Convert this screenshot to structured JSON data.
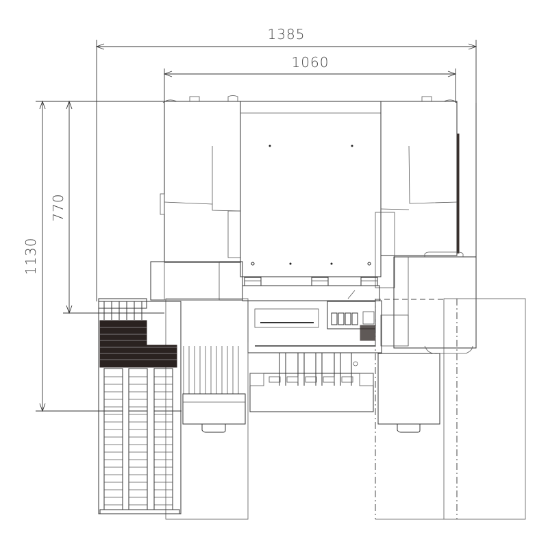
{
  "drawing": {
    "view": "top view",
    "colors": {
      "line": "#333333",
      "background": "#ffffff",
      "fill_dark": "#2a2220"
    }
  },
  "dimensions": {
    "overall_width": {
      "value": "1385",
      "orientation": "horizontal"
    },
    "body_width": {
      "value": "1060",
      "orientation": "horizontal"
    },
    "overall_depth": {
      "value": "1130",
      "orientation": "vertical"
    },
    "body_depth": {
      "value": "770",
      "orientation": "vertical"
    }
  }
}
